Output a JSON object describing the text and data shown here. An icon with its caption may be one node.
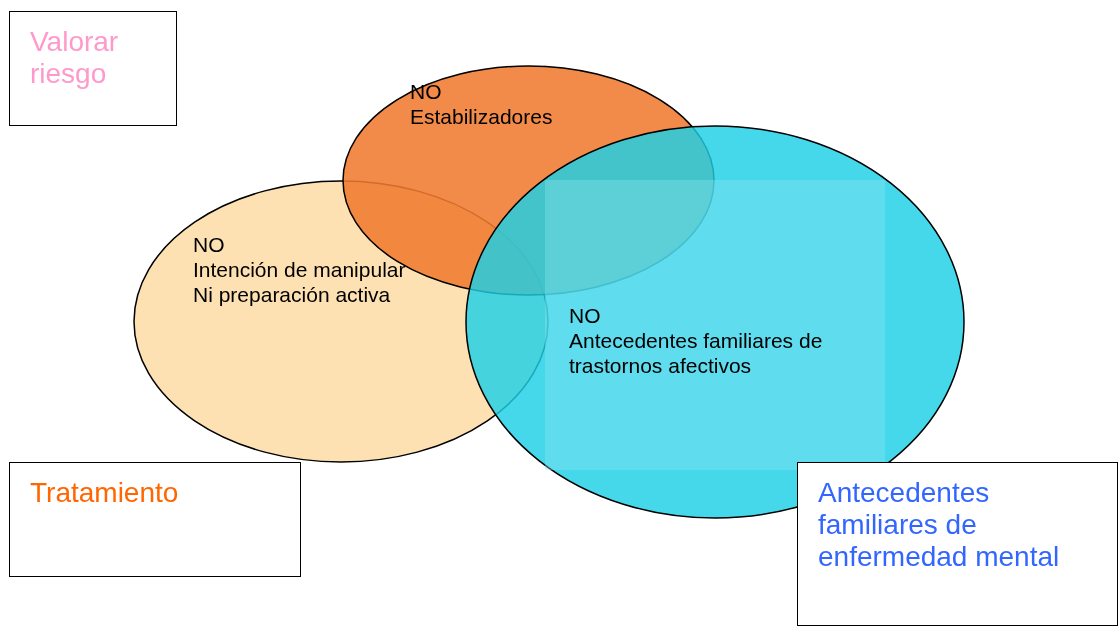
{
  "diagram": {
    "nodes": [
      {
        "text": [
          "Valorar riesgo"
        ]
      },
      {
        "text": [
          "NO",
          "Estabilizadores"
        ]
      },
      {
        "text": [
          "NO",
          "Intención de manipular",
          "Ni preparación activa"
        ]
      },
      {
        "text": [
          "NO",
          "Antecedentes familiares de trastornos afectivos"
        ]
      },
      {
        "text": [
          "Tratamiento"
        ]
      },
      {
        "text": [
          "Antecedentes familiares de enfermedad mental"
        ]
      }
    ]
  }
}
